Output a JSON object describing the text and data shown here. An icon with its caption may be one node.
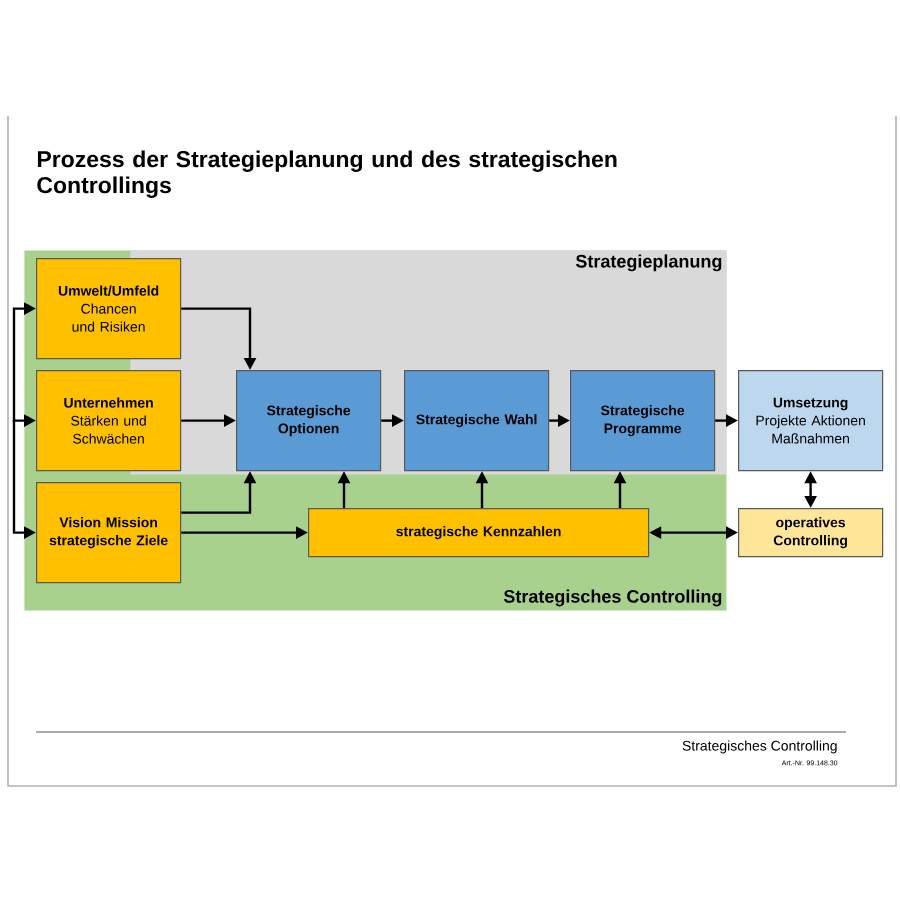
{
  "diagram": {
    "title": "Prozess der Strategieplanung und des strategischen Controllings",
    "nodes": [
      {
        "text": [
          "Strategieplanung"
        ],
        "in": 7
      },
      {
        "text": [
          "Umwelt/Umfeld",
          "Chancen und Risiken"
        ],
        "in": 7
      },
      {
        "text": [
          "Unternehmen",
          "Stärken und Schwächen"
        ],
        "in": 7
      },
      {
        "text": [
          "Strategische Optionen"
        ],
        "in": 0
      },
      {
        "text": [
          "Strategische Wahl"
        ],
        "in": 0
      },
      {
        "text": [
          "Strategische Programme"
        ],
        "in": 0
      },
      {
        "text": [
          "Umsetzung",
          "Projekte Aktionen Maßnahmen"
        ]
      },
      {
        "text": [
          "Strategisches Controlling"
        ]
      },
      {
        "text": [
          "Vision Mission strategische Ziele"
        ],
        "in": 7
      },
      {
        "text": [
          "strategische Kennzahlen"
        ],
        "in": 7
      },
      {
        "text": [
          "operatives Controlling"
        ]
      }
    ],
    "edges": [
      {
        "from": 1,
        "to": 3,
        "arrow": "to"
      },
      {
        "from": 2,
        "to": 3,
        "arrow": "to"
      },
      {
        "from": 8,
        "to": 3,
        "arrow": "to"
      },
      {
        "from": 8,
        "to": 9,
        "arrow": "to"
      },
      {
        "from": 3,
        "to": 4,
        "arrow": "to"
      },
      {
        "from": 4,
        "to": 5,
        "arrow": "to"
      },
      {
        "from": 5,
        "to": 6,
        "arrow": "to"
      },
      {
        "from": 9,
        "to": 3,
        "arrow": "to"
      },
      {
        "from": 9,
        "to": 4,
        "arrow": "to"
      },
      {
        "from": 9,
        "to": 5,
        "arrow": "to"
      },
      {
        "from": 9,
        "to": 10,
        "arrow": "both"
      },
      {
        "from": 6,
        "to": 10,
        "arrow": "both"
      },
      {
        "from": null,
        "to": 1,
        "arrow": "to"
      },
      {
        "from": null,
        "to": 2,
        "arrow": "to"
      },
      {
        "from": null,
        "to": 8,
        "arrow": "to"
      }
    ],
    "labels": [
      "Strategisches Controlling",
      "Art.-Nr. 99.148.30"
    ]
  }
}
